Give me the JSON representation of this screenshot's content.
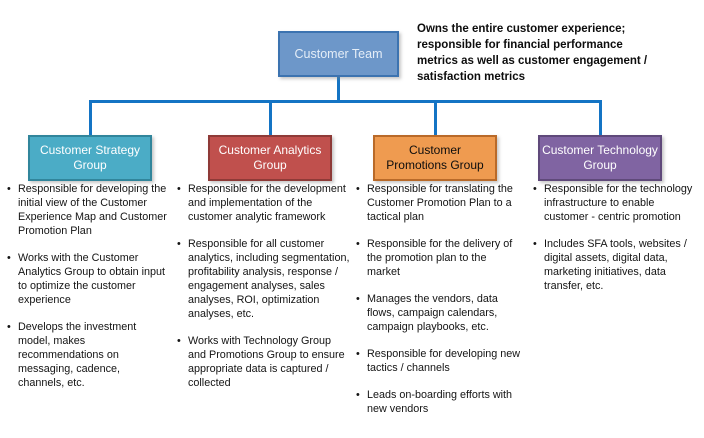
{
  "root": {
    "title": "Customer Team",
    "annotation_lines": [
      "Owns the  entire customer experience;",
      "responsible for financial  performance",
      "metrics as well as customer engagement /",
      "satisfaction metrics"
    ]
  },
  "colors": {
    "connector_line": "#1474C4",
    "root_fill": "#6D97C9",
    "root_border": "#3C73B0",
    "root_text": "#E4EDF7",
    "body_text": "#141414"
  },
  "groups": [
    {
      "name": "Customer Strategy Group",
      "fill": "#4BACC6",
      "border": "#31859B",
      "text_color": "#FFFFFF",
      "bullets": [
        "Responsible for  developing the  initial view of the Customer Experience  Map and Customer Promotion Plan",
        "Works with the Customer Analytics Group to obtain input to optimize the customer experience",
        "Develops the investment model, makes recommendations on messaging, cadence, channels, etc."
      ]
    },
    {
      "name": "Customer Analytics Group",
      "fill": "#C0504D",
      "border": "#8E3A37",
      "text_color": "#FFFFFF",
      "bullets": [
        "Responsible for  the development and implementation of the customer analytic framework",
        "Responsible for all customer analytics, including segmentation, profitability analysis, response / engagement analyses, sales analyses, ROI, optimization analyses, etc.",
        "Works with Technology Group and Promotions Group to ensure appropriate data is captured / collected"
      ]
    },
    {
      "name": "Customer Promotions Group",
      "fill": "#EF9B50",
      "border": "#B96A29",
      "text_color": "#0d0d0d",
      "bullets": [
        "Responsible for translating the Customer Promotion Plan to a tactical plan",
        "Responsible for  the delivery of the promotion plan to the market",
        "Manages the vendors, data flows, campaign calendars, campaign playbooks, etc.",
        "Responsible for developing new tactics / channels",
        "Leads on-boarding efforts with new vendors"
      ]
    },
    {
      "name": "Customer Technology Group",
      "fill": "#8064A2",
      "border": "#5F497A",
      "text_color": "#FFFFFF",
      "bullets": [
        "Responsible for the technology infrastructure to enable customer - centric promotion",
        "Includes SFA tools, websites / digital assets, digital data, marketing initiatives, data transfer, etc."
      ]
    }
  ]
}
